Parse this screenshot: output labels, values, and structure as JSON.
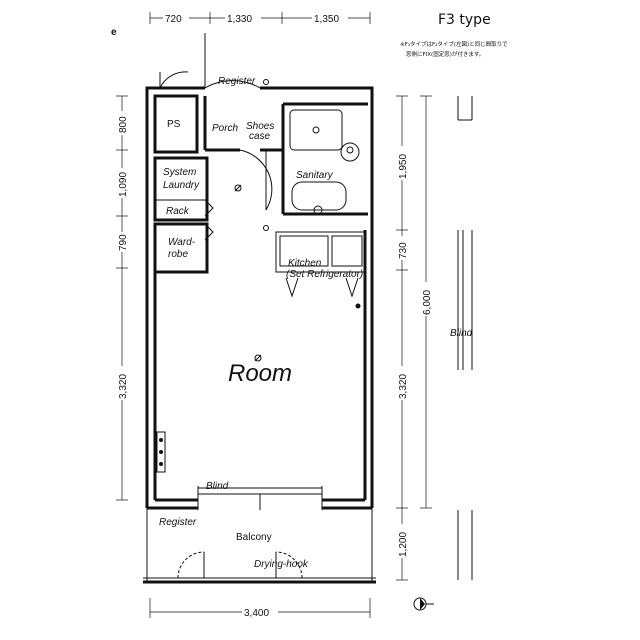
{
  "header": {
    "type_label": "F3 type",
    "note_line1": "※F₃タイプはF₂タイプ(左図)と同じ間取りで",
    "note_line2": "窓側にFIX(固定窓)が付きます。",
    "edge_fragment": "e"
  },
  "dimensions": {
    "top": [
      "720",
      "1,330",
      "1,350"
    ],
    "left": [
      "800",
      "1,090",
      "790",
      "3,320"
    ],
    "right": [
      "1,950",
      "730",
      "6,000",
      "3,320",
      "1,200"
    ],
    "bottom": [
      "3,400"
    ]
  },
  "rooms": {
    "register_top": "Register",
    "ps": "PS",
    "porch": "Porch",
    "shoes_case_1": "Shoes",
    "shoes_case_2": "case",
    "sanitary": "Sanitary",
    "system_laundry_1": "System",
    "system_laundry_2": "Laundry",
    "rack": "Rack",
    "wardrobe_1": "Ward-",
    "wardrobe_2": "robe",
    "kitchen_1": "Kitchen",
    "kitchen_2": "(Set Refrigerator)",
    "room": "Room",
    "blind_window": "Blind",
    "register_balcony": "Register",
    "balcony": "Balcony",
    "drying_hook": "Drying-hook",
    "blind_side": "Blind"
  },
  "icons": {
    "north_arrow": "north-arrow-icon",
    "ceiling_light": "ceiling-light-icon",
    "outlet": "outlet-icon"
  }
}
